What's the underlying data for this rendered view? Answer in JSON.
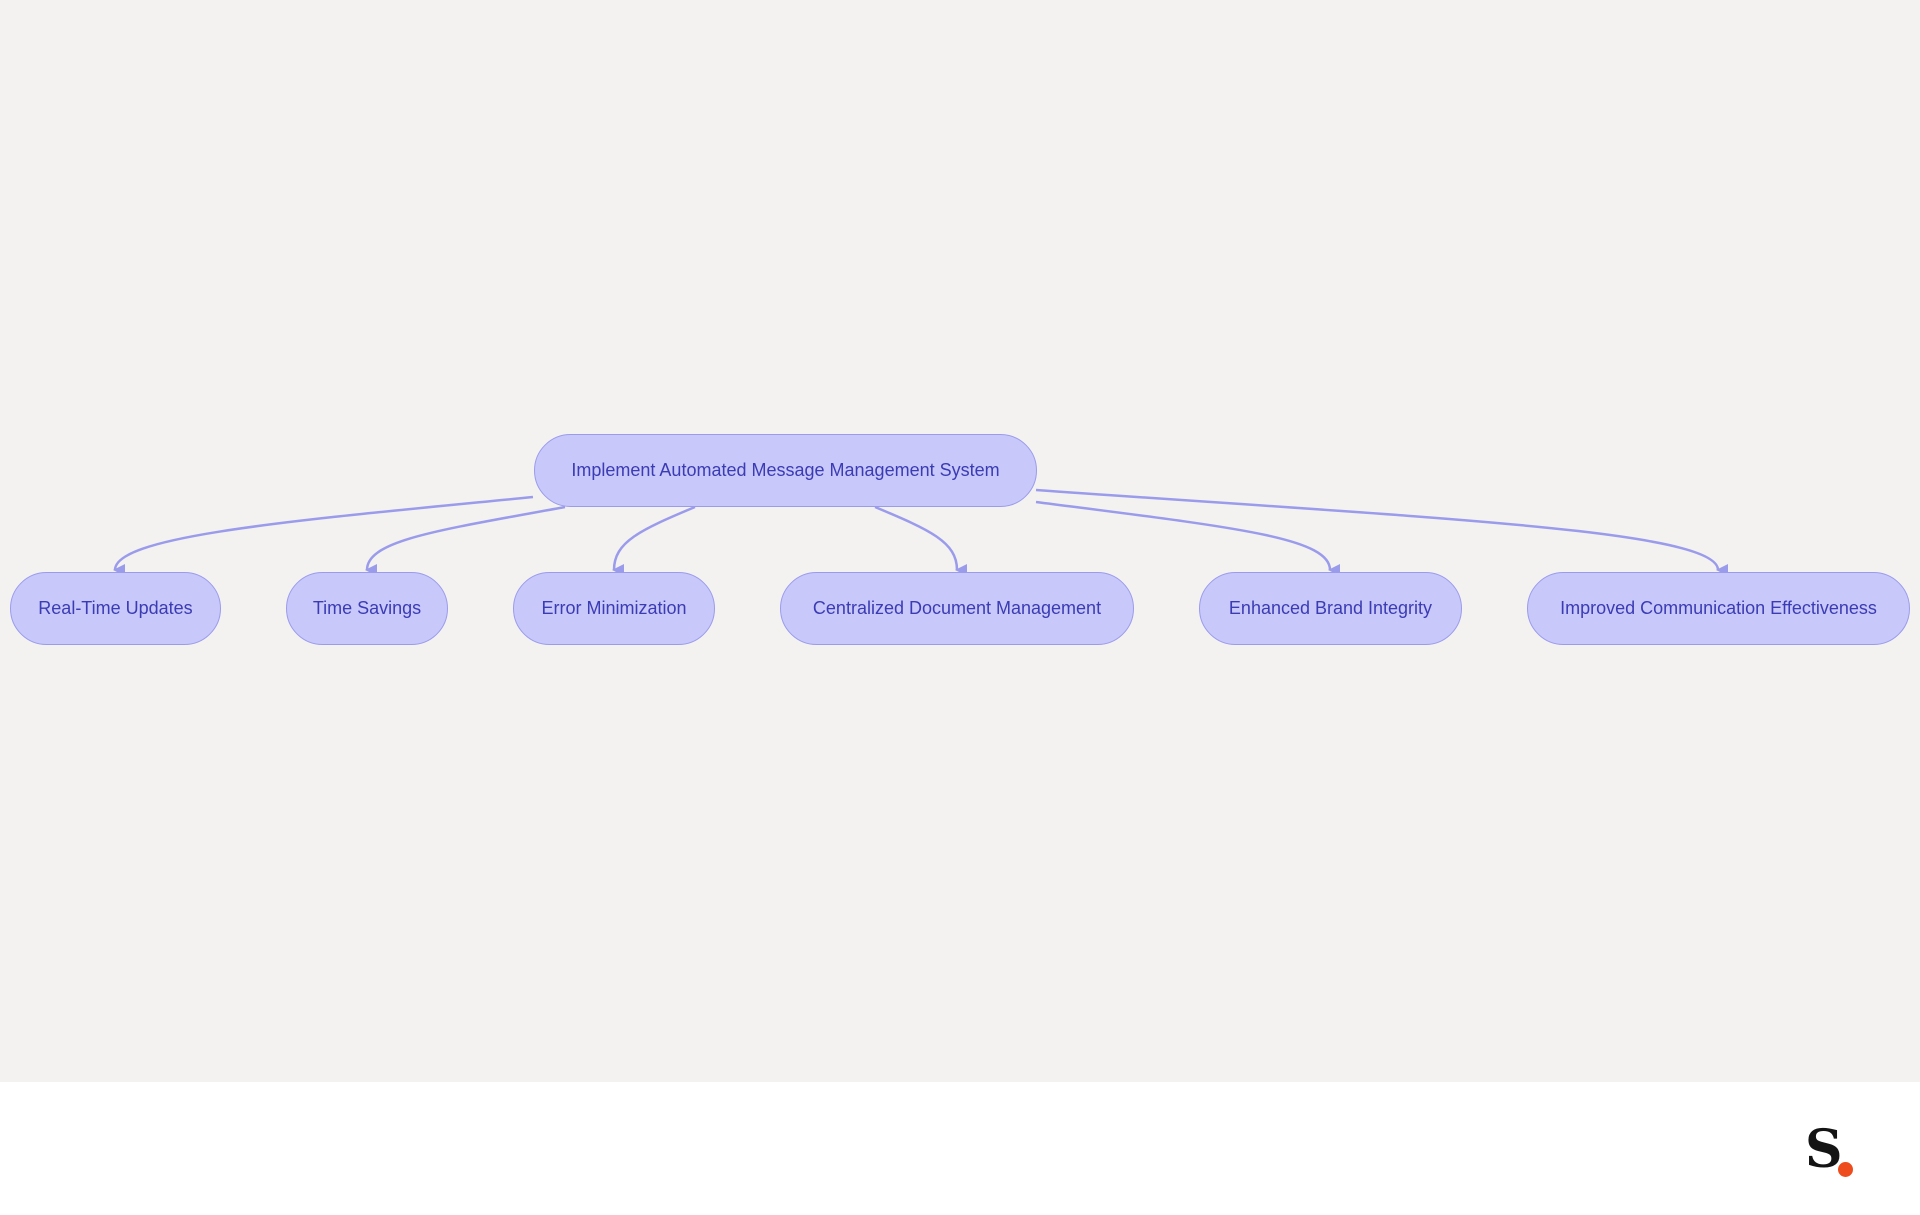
{
  "diagram": {
    "root": {
      "label": "Implement Automated Message Management System"
    },
    "children": [
      {
        "label": "Real-Time Updates"
      },
      {
        "label": "Time Savings"
      },
      {
        "label": "Error Minimization"
      },
      {
        "label": "Centralized Document Management"
      },
      {
        "label": "Enhanced Brand Integrity"
      },
      {
        "label": "Improved Communication Effectiveness"
      }
    ],
    "colors": {
      "background": "#f3f2f1",
      "node_fill": "#c8c8fb",
      "node_border": "#9b9bec",
      "node_text": "#3b3bb4",
      "edge": "#9b9bec"
    }
  },
  "logo": {
    "letter": "S",
    "dot_color": "#ee4c1c"
  }
}
